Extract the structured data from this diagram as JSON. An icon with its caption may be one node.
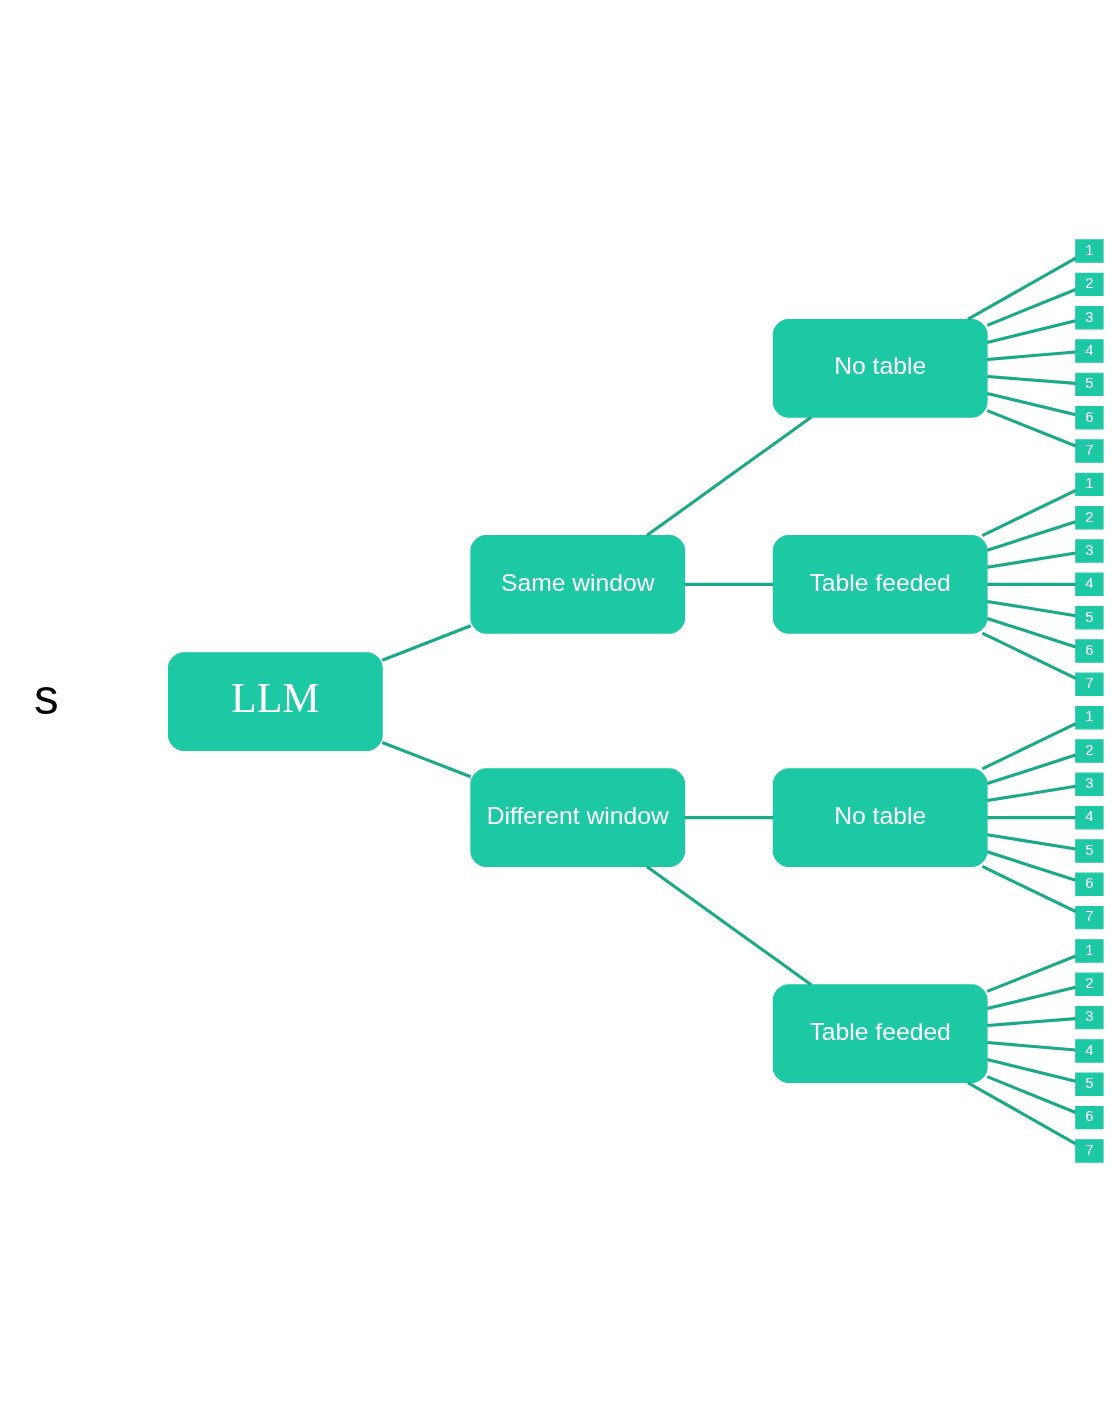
{
  "diagram": {
    "nodes": [
      {
        "text": [
          "LLM"
        ]
      },
      {
        "text": [
          "Same window"
        ]
      },
      {
        "text": [
          "No table"
        ]
      },
      {
        "text": [
          "1"
        ]
      },
      {
        "text": [
          "2"
        ]
      },
      {
        "text": [
          "3"
        ]
      },
      {
        "text": [
          "4"
        ]
      },
      {
        "text": [
          "5"
        ]
      },
      {
        "text": [
          "6"
        ]
      },
      {
        "text": [
          "7"
        ]
      },
      {
        "text": [
          "Table feeded"
        ]
      },
      {
        "text": [
          "1"
        ]
      },
      {
        "text": [
          "2"
        ]
      },
      {
        "text": [
          "3"
        ]
      },
      {
        "text": [
          "4"
        ]
      },
      {
        "text": [
          "5"
        ]
      },
      {
        "text": [
          "6"
        ]
      },
      {
        "text": [
          "7"
        ]
      },
      {
        "text": [
          "Different window"
        ]
      },
      {
        "text": [
          "No table"
        ]
      },
      {
        "text": [
          "1"
        ]
      },
      {
        "text": [
          "2"
        ]
      },
      {
        "text": [
          "3"
        ]
      },
      {
        "text": [
          "4"
        ]
      },
      {
        "text": [
          "5"
        ]
      },
      {
        "text": [
          "6"
        ]
      },
      {
        "text": [
          "7"
        ]
      },
      {
        "text": [
          "Table feeded"
        ]
      },
      {
        "text": [
          "1"
        ]
      },
      {
        "text": [
          "2"
        ]
      },
      {
        "text": [
          "3"
        ]
      },
      {
        "text": [
          "4"
        ]
      },
      {
        "text": [
          "5"
        ]
      },
      {
        "text": [
          "6"
        ]
      },
      {
        "text": [
          "7"
        ]
      }
    ],
    "edges": [
      {
        "from": 0,
        "to": 1,
        "arrow": "none"
      },
      {
        "from": 1,
        "to": 2,
        "arrow": "none"
      },
      {
        "from": 2,
        "to": 3,
        "arrow": "none"
      },
      {
        "from": 2,
        "to": 4,
        "arrow": "none"
      },
      {
        "from": 2,
        "to": 5,
        "arrow": "none"
      },
      {
        "from": 2,
        "to": 6,
        "arrow": "none"
      },
      {
        "from": 2,
        "to": 7,
        "arrow": "none"
      },
      {
        "from": 2,
        "to": 8,
        "arrow": "none"
      },
      {
        "from": 2,
        "to": 9,
        "arrow": "none"
      },
      {
        "from": 1,
        "to": 10,
        "arrow": "none"
      },
      {
        "from": 10,
        "to": 11,
        "arrow": "none"
      },
      {
        "from": 10,
        "to": 12,
        "arrow": "none"
      },
      {
        "from": 10,
        "to": 13,
        "arrow": "none"
      },
      {
        "from": 10,
        "to": 14,
        "arrow": "none"
      },
      {
        "from": 10,
        "to": 15,
        "arrow": "none"
      },
      {
        "from": 10,
        "to": 16,
        "arrow": "none"
      },
      {
        "from": 10,
        "to": 17,
        "arrow": "none"
      },
      {
        "from": 0,
        "to": 18,
        "arrow": "none"
      },
      {
        "from": 18,
        "to": 19,
        "arrow": "none"
      },
      {
        "from": 19,
        "to": 20,
        "arrow": "none"
      },
      {
        "from": 19,
        "to": 21,
        "arrow": "none"
      },
      {
        "from": 19,
        "to": 22,
        "arrow": "none"
      },
      {
        "from": 19,
        "to": 23,
        "arrow": "none"
      },
      {
        "from": 19,
        "to": 24,
        "arrow": "none"
      },
      {
        "from": 19,
        "to": 25,
        "arrow": "none"
      },
      {
        "from": 19,
        "to": 26,
        "arrow": "none"
      },
      {
        "from": 18,
        "to": 27,
        "arrow": "none"
      },
      {
        "from": 27,
        "to": 28,
        "arrow": "none"
      },
      {
        "from": 27,
        "to": 29,
        "arrow": "none"
      },
      {
        "from": 27,
        "to": 30,
        "arrow": "none"
      },
      {
        "from": 27,
        "to": 31,
        "arrow": "none"
      },
      {
        "from": 27,
        "to": 32,
        "arrow": "none"
      },
      {
        "from": 27,
        "to": 33,
        "arrow": "none"
      },
      {
        "from": 27,
        "to": 34,
        "arrow": "none"
      }
    ],
    "labels": [
      "s"
    ]
  }
}
